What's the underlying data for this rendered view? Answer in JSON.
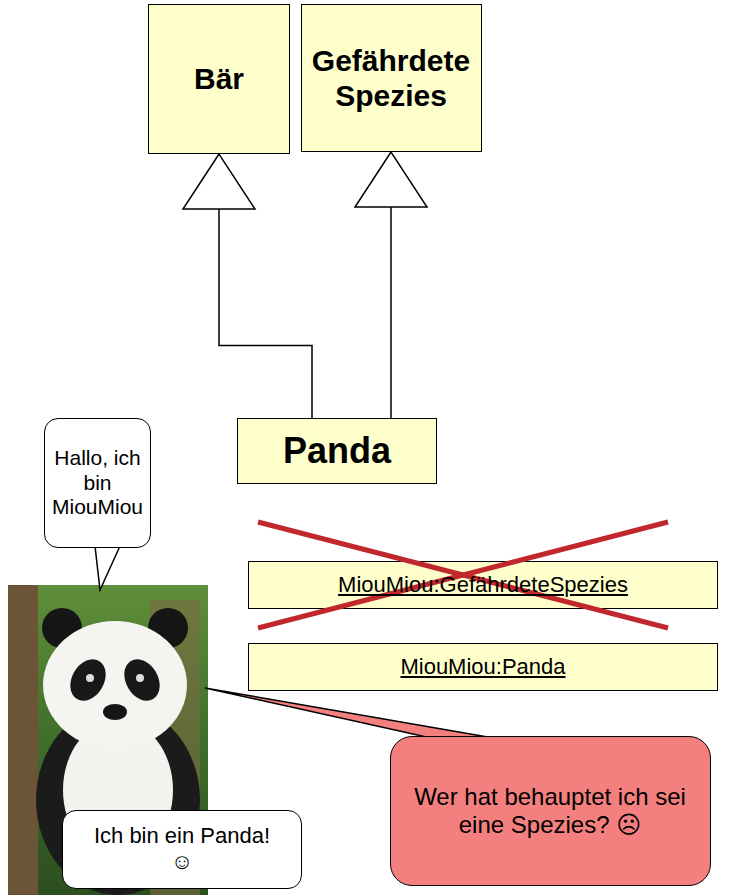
{
  "diagram": {
    "nodes": [
      {
        "text": [
          "Bär"
        ]
      },
      {
        "text": [
          "Gefährdete Spezies"
        ]
      },
      {
        "text": [
          "Hallo, ich bin MiouMiou"
        ]
      },
      {
        "text": [
          "Panda"
        ]
      },
      {
        "text": [
          "MiouMiou:GefährdeteSpezies"
        ]
      },
      {
        "text": [
          "MiouMiou:Panda"
        ]
      },
      {
        "text": [
          "Wer hat behauptet ich sei eine Spezies? ☹"
        ]
      },
      {
        "text": [
          "Ich bin ein Panda! ☺"
        ]
      }
    ],
    "edges": [
      {
        "from": 3,
        "to": 0,
        "arrow": "to"
      },
      {
        "from": 3,
        "to": 1,
        "arrow": "to"
      }
    ]
  }
}
